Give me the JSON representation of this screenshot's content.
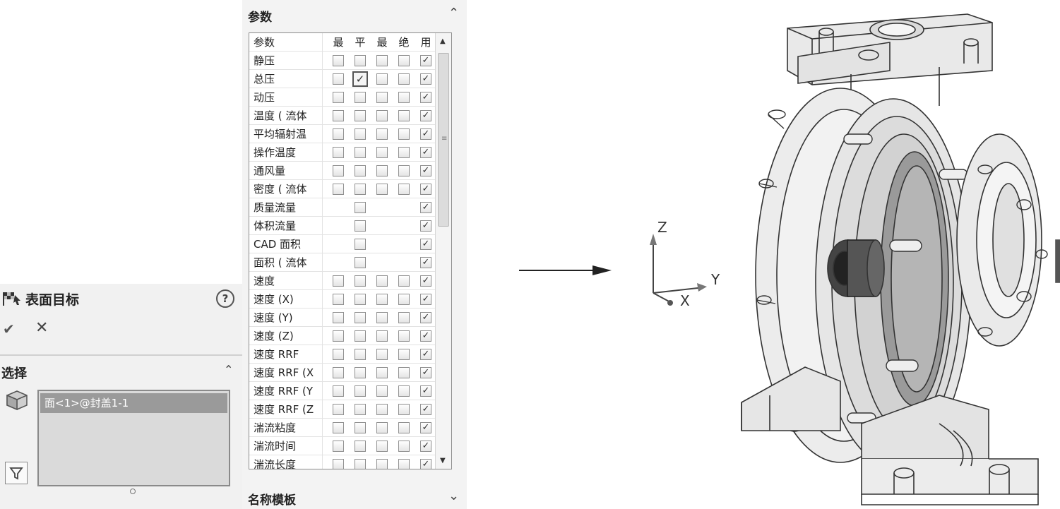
{
  "surface_goal": {
    "title": "表面目标",
    "help": "?",
    "ok": "✔",
    "cancel": "✕",
    "selection": {
      "title": "选择",
      "items": [
        "面<1>@封盖1-1"
      ]
    }
  },
  "parameters": {
    "title": "参数",
    "footer_title": "名称模板",
    "columns": [
      "参数",
      "最",
      "平",
      "最",
      "绝",
      "用"
    ],
    "rows": [
      {
        "label": "静压",
        "checks": [
          false,
          false,
          false,
          false,
          true
        ]
      },
      {
        "label": "总压",
        "checks": [
          false,
          true,
          false,
          false,
          true
        ]
      },
      {
        "label": "动压",
        "checks": [
          false,
          false,
          false,
          false,
          true
        ]
      },
      {
        "label": "温度 ( 流体",
        "checks": [
          false,
          false,
          false,
          false,
          true
        ]
      },
      {
        "label": "平均辐射温",
        "checks": [
          false,
          false,
          false,
          false,
          true
        ]
      },
      {
        "label": "操作温度",
        "checks": [
          false,
          false,
          false,
          false,
          true
        ]
      },
      {
        "label": "通风量",
        "checks": [
          false,
          false,
          false,
          false,
          true
        ]
      },
      {
        "label": "密度 ( 流体",
        "checks": [
          false,
          false,
          false,
          false,
          true
        ]
      },
      {
        "label": "质量流量",
        "checks": [
          null,
          false,
          null,
          null,
          true
        ]
      },
      {
        "label": "体积流量",
        "checks": [
          null,
          false,
          null,
          null,
          true
        ]
      },
      {
        "label": "CAD 面积",
        "checks": [
          null,
          false,
          null,
          null,
          true
        ]
      },
      {
        "label": "面积 ( 流体",
        "checks": [
          null,
          false,
          null,
          null,
          true
        ]
      },
      {
        "label": "速度",
        "checks": [
          false,
          false,
          false,
          false,
          true
        ]
      },
      {
        "label": "速度 (X)",
        "checks": [
          false,
          false,
          false,
          false,
          true
        ]
      },
      {
        "label": "速度 (Y)",
        "checks": [
          false,
          false,
          false,
          false,
          true
        ]
      },
      {
        "label": "速度 (Z)",
        "checks": [
          false,
          false,
          false,
          false,
          true
        ]
      },
      {
        "label": "速度 RRF",
        "checks": [
          false,
          false,
          false,
          false,
          true
        ]
      },
      {
        "label": "速度 RRF (X",
        "checks": [
          false,
          false,
          false,
          false,
          true
        ]
      },
      {
        "label": "速度 RRF (Y",
        "checks": [
          false,
          false,
          false,
          false,
          true
        ]
      },
      {
        "label": "速度 RRF (Z",
        "checks": [
          false,
          false,
          false,
          false,
          true
        ]
      },
      {
        "label": "湍流粘度",
        "checks": [
          false,
          false,
          false,
          false,
          true
        ]
      },
      {
        "label": "湍流时间",
        "checks": [
          false,
          false,
          false,
          false,
          true
        ]
      },
      {
        "label": "湍流长度",
        "checks": [
          false,
          false,
          false,
          false,
          true
        ]
      }
    ]
  },
  "triad": {
    "z": "Z",
    "y": "Y",
    "x": "X"
  },
  "icons": {
    "goal": "checkered-flag-icon",
    "help": "help-icon",
    "ok": "check-icon",
    "cancel": "close-icon",
    "face": "cube-face-icon",
    "filter": "filter-icon"
  },
  "colors": {
    "selection_highlight": "#9a9a9a",
    "panel_bg": "#f1f1f1"
  }
}
